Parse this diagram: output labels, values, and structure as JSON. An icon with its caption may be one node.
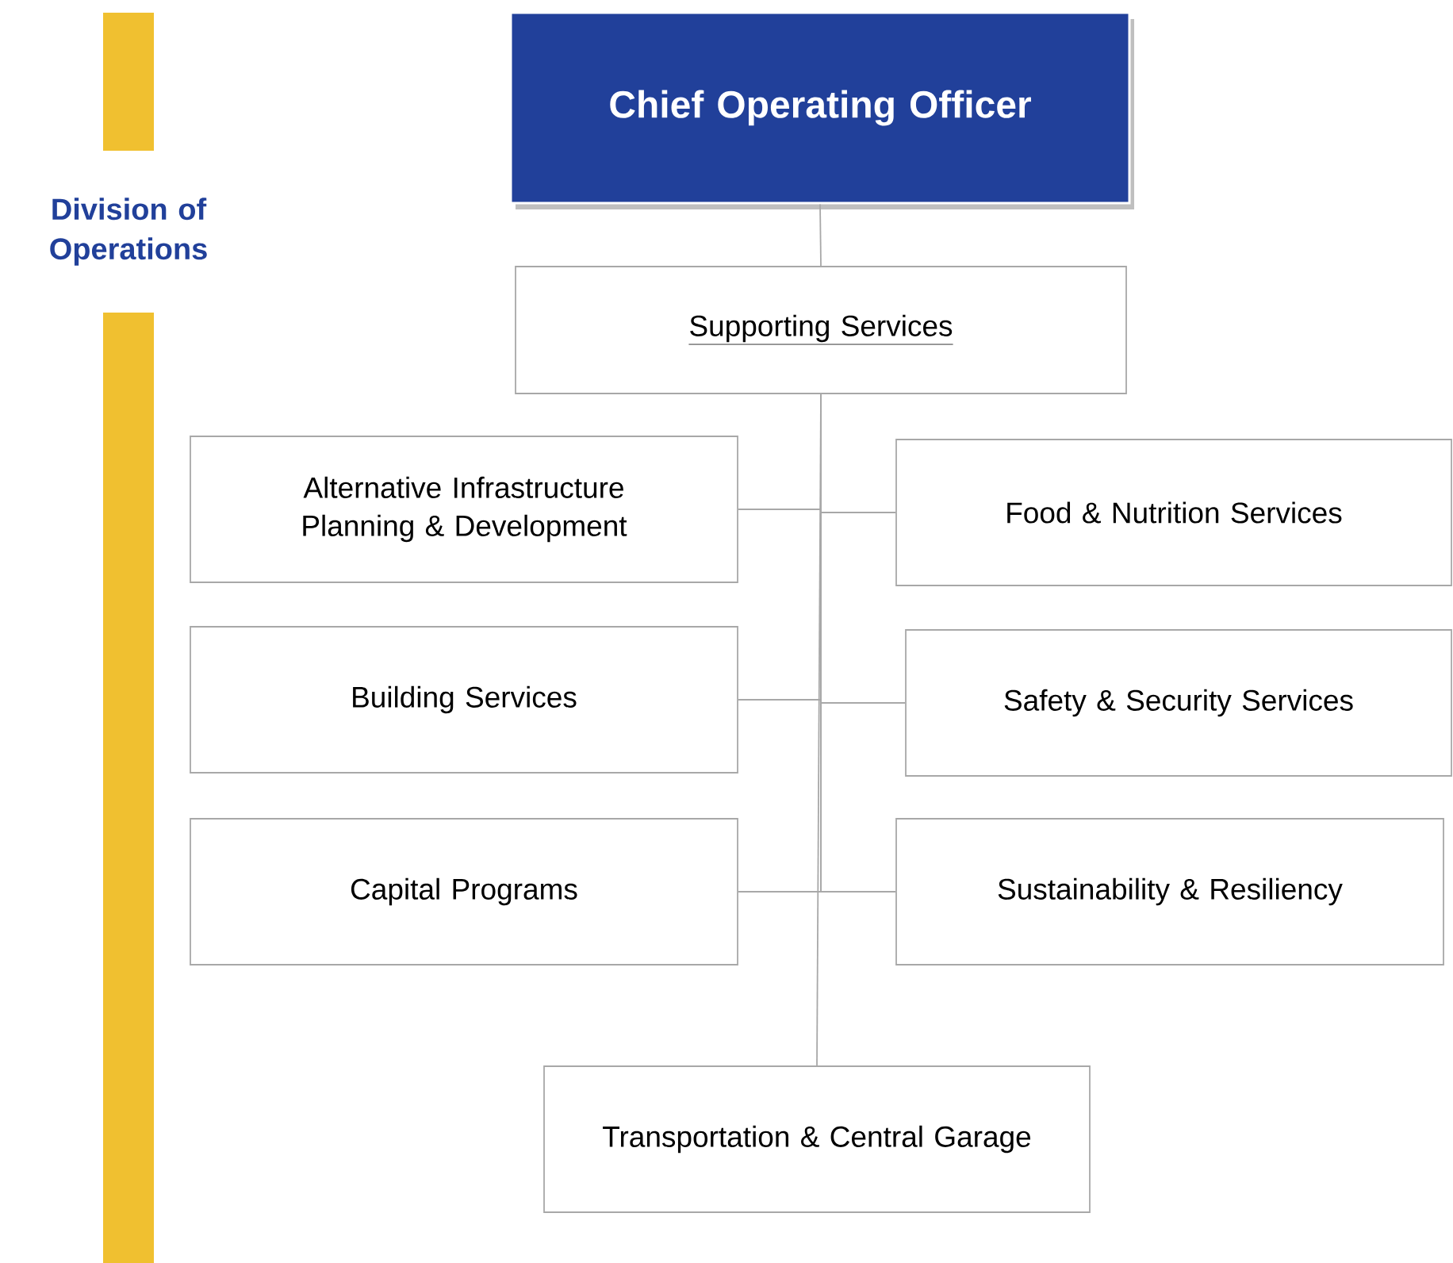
{
  "diagram": {
    "nodes": [
      {
        "text": [
          "Chief Operating Officer"
        ]
      },
      {
        "text": [
          "Supporting Services"
        ]
      },
      {
        "text": [
          "Alternative Infrastructure Planning & Development"
        ]
      },
      {
        "text": [
          "Food & Nutrition Services"
        ]
      },
      {
        "text": [
          "Building Services"
        ]
      },
      {
        "text": [
          "Safety & Security Services"
        ]
      },
      {
        "text": [
          "Capital Programs"
        ]
      },
      {
        "text": [
          "Sustainability & Resiliency"
        ]
      },
      {
        "text": [
          "Transportation & Central Garage"
        ]
      }
    ],
    "edges": [
      {
        "from": 0,
        "to": 1,
        "arrow": "none"
      },
      {
        "from": 1,
        "to": 2,
        "arrow": "none"
      },
      {
        "from": 1,
        "to": 3,
        "arrow": "none"
      },
      {
        "from": 1,
        "to": 4,
        "arrow": "none"
      },
      {
        "from": 1,
        "to": 5,
        "arrow": "none"
      },
      {
        "from": 1,
        "to": 6,
        "arrow": "none"
      },
      {
        "from": 1,
        "to": 7,
        "arrow": "none"
      },
      {
        "from": 1,
        "to": 8,
        "arrow": "none"
      }
    ],
    "labels": [
      "Division of Operations"
    ]
  }
}
